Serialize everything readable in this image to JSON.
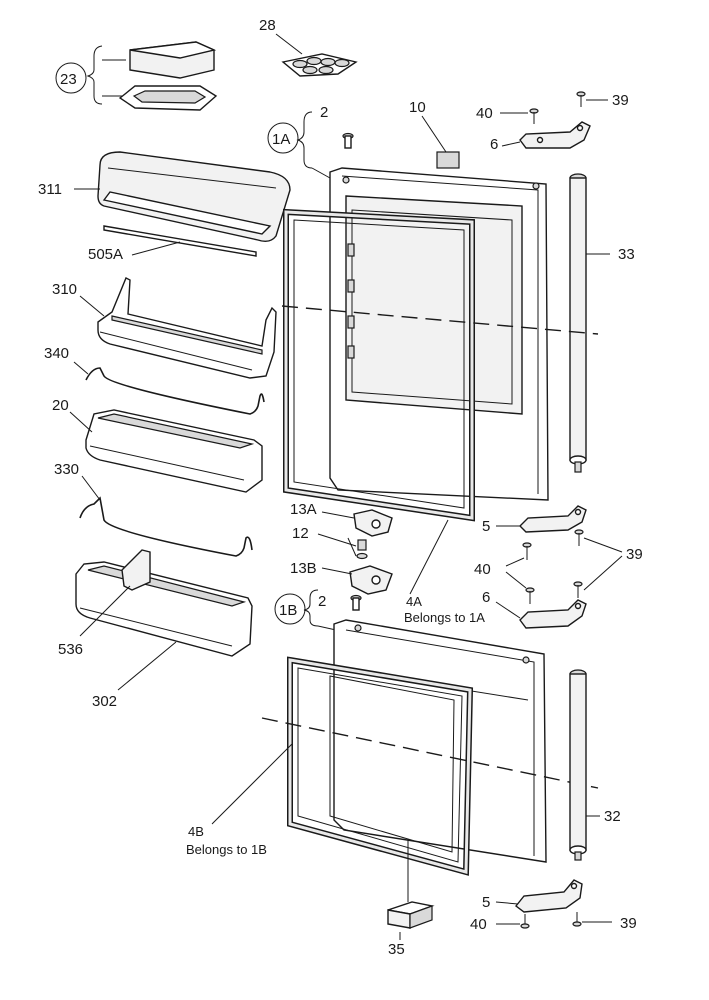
{
  "labels": {
    "p28": "28",
    "p23": "23",
    "p2a": "2",
    "p1a": "1A",
    "p10": "10",
    "p40a": "40",
    "p39a": "39",
    "p6a": "6",
    "p311": "311",
    "p33": "33",
    "p505a": "505A",
    "p310": "310",
    "p340": "340",
    "p20": "20",
    "p330": "330",
    "p13a": "13A",
    "p5a": "5",
    "p12": "12",
    "p39b": "39",
    "p13b": "13B",
    "p40b": "40",
    "p1b": "1B",
    "p2b": "2",
    "p4a": "4A",
    "p4a_note": "Belongs to 1A",
    "p6b": "6",
    "p536": "536",
    "p302": "302",
    "p32": "32",
    "p4b": "4B",
    "p4b_note": "Belongs to 1B",
    "p5b": "5",
    "p40c": "40",
    "p39c": "39",
    "p35": "35"
  }
}
